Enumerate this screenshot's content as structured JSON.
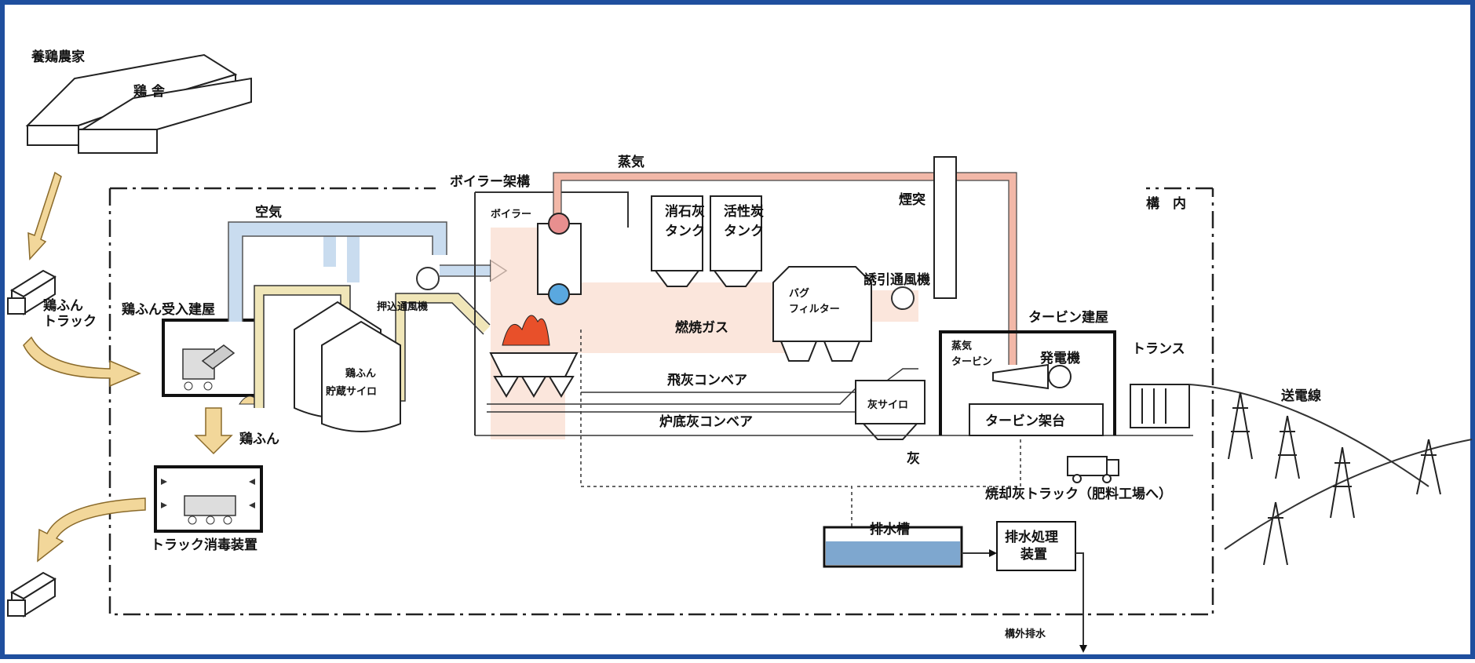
{
  "colors": {
    "frame": "#1f4f9e",
    "air_pipe": "#c9dcef",
    "steam_pipe": "#f2b8a8",
    "gas_flow": "#f9dccd",
    "manure_pipe": "#f0e6b8",
    "arrow_fill": "#f2d79a",
    "water": "#7ea7cf",
    "drum_top": "#e88f8f",
    "drum_bottom": "#5aa8df",
    "flame": "#e8502a",
    "building_fill": "#ececec"
  },
  "labels": {
    "farm": "養鶏農家",
    "henhouse": "鶏 舎",
    "manure_truck_1": "鶏ふん",
    "manure_truck_2": "トラック",
    "receiving_building": "鶏ふん受入建屋",
    "truck_disinfection": "トラック消毒装置",
    "chicken_manure": "鶏ふん",
    "air": "空気",
    "storage_silo_1": "鶏ふん",
    "storage_silo_2": "貯蔵サイロ",
    "forced_draft_fan": "押込通風機",
    "boiler_structure": "ボイラー架構",
    "boiler": "ボイラー",
    "steam": "蒸気",
    "slaked_lime_tank": "消石灰",
    "slaked_lime_tank_b": "タンク",
    "activated_carbon_tank": "活性炭",
    "activated_carbon_tank_b": "タンク",
    "chimney": "煙突",
    "induced_draft_fan": "誘引通風機",
    "bag_filter_1": "バグ",
    "bag_filter_2": "フィルター",
    "combustion_gas": "燃焼ガス",
    "fly_ash_conveyor": "飛灰コンベア",
    "bottom_ash_conveyor": "炉底灰コンベア",
    "ash_silo": "灰サイロ",
    "ash": "灰",
    "ash_truck": "焼却灰トラック（肥料工場へ）",
    "turbine_building": "タービン建屋",
    "steam_turbine_1": "蒸気",
    "steam_turbine_2": "タービン",
    "generator": "発電機",
    "turbine_base": "タービン架台",
    "transformer": "トランス",
    "power_line": "送電線",
    "premises": "構　内",
    "drain_tank": "排水槽",
    "wastewater_treatment_1": "排水処理",
    "wastewater_treatment_2": "装置",
    "offsite_discharge": "構外排水"
  }
}
